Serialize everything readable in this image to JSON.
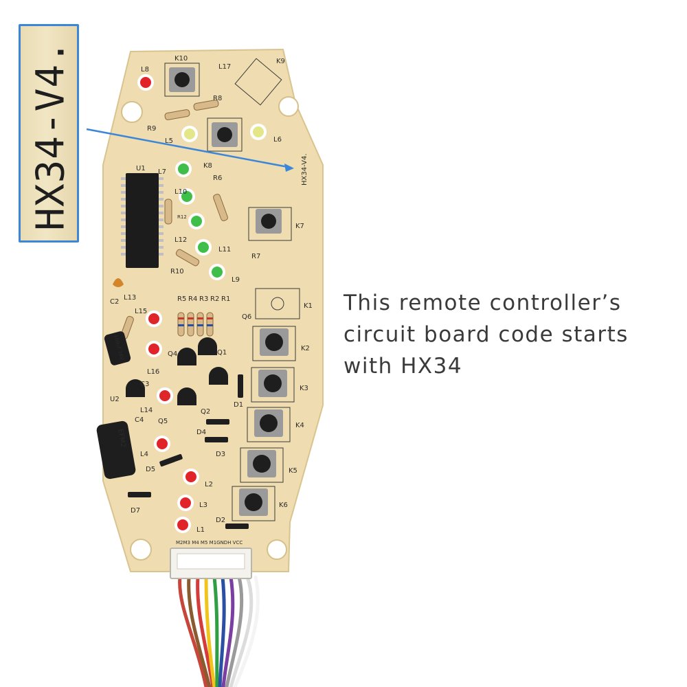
{
  "zoom_label": {
    "text": "HX34-V4."
  },
  "caption": {
    "text": "This remote controller’s circuit board code starts with HX34"
  },
  "board": {
    "code": "HX34-V4.",
    "chip_label": "U1",
    "connector_pins": "M2M3 M4 M5 M1GNDH VCC",
    "capacitor_big_label": "EFM2",
    "capacitor_small_label": "100uF 16V",
    "button_labels": [
      "K10",
      "K8",
      "K7",
      "K1",
      "K2",
      "K3",
      "K4",
      "K5",
      "K6"
    ],
    "component_labels": [
      "L8",
      "L17",
      "K9",
      "R8",
      "R9",
      "L5",
      "L6",
      "L7",
      "L10",
      "R6",
      "R12",
      "L12",
      "L11",
      "R7",
      "R10",
      "L9",
      "C2",
      "L13",
      "R5",
      "R4",
      "R3",
      "R2",
      "R1",
      "Q6",
      "L15",
      "Q4",
      "Q1",
      "L16",
      "C3",
      "U2",
      "L14",
      "Q5",
      "Q2",
      "D1",
      "C4",
      "D4",
      "D3",
      "L4",
      "D5",
      "L2",
      "L3",
      "D7",
      "D2",
      "L1"
    ]
  },
  "colors": {
    "highlight": "#3a86d9",
    "pcb": "#efdcb0",
    "led_red": "#e0242a",
    "led_green": "#3fbf4a"
  }
}
